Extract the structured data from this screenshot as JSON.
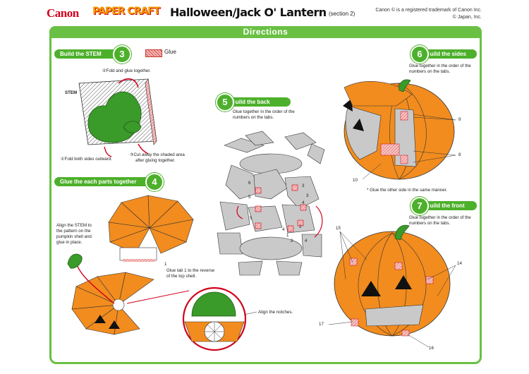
{
  "header": {
    "brand": "Canon",
    "logo_text": "PAPER CRAFT",
    "title": "Halloween/Jack O' Lantern",
    "section": "(section 2)",
    "trademark_line1": "Canon © is a registered trademark of Canon Inc.",
    "trademark_line2": "© Japan, Inc."
  },
  "directions_title": "Directions",
  "legend": {
    "glue_label": "Glue",
    "glue_color": "#d9534f"
  },
  "colors": {
    "frame": "#69c043",
    "step": "#4db02b",
    "pumpkin": "#f28c1e",
    "stem": "#2e8b2e",
    "grey_part": "#c9c9c9",
    "glue_line": "#d0021b"
  },
  "steps": {
    "s3": {
      "label": "Build the STEM",
      "num": "3",
      "stem_label": "STEM",
      "n2": "②Fold and glue together.",
      "n1": "①Fold both sides outward.",
      "n3a": "③Cut away the shaded area",
      "n3b": "after gluing together."
    },
    "s4": {
      "label": "Glue the each parts together",
      "num": "4",
      "n_align_a": "Align the STEM to",
      "n_align_b": "the pattern on the",
      "n_align_c": "pumpkin shell and",
      "n_align_d": "glue in place.",
      "tab1": "1",
      "n_tab_a": "Glue tab 1 to the reverse",
      "n_tab_b": "of the top shell.",
      "n_notch": "Align the notches."
    },
    "s5": {
      "label": "Build the back",
      "num": "5",
      "n_a": "Glue together in the order of the",
      "n_b": "numbers on the tabs.",
      "tabs": [
        "6",
        "3",
        "5",
        "4",
        "3",
        "5",
        "4",
        "2",
        "1",
        "2",
        "4"
      ]
    },
    "s6": {
      "label": "Build the sides",
      "num": "6",
      "n_a": "Glue together in the order of the",
      "n_b": "numbers on the tabs.",
      "c9": "9",
      "c8": "8",
      "c10": "10",
      "n_other": "* Glue the other side in the same manner."
    },
    "s7": {
      "label": "Build the front",
      "num": "7",
      "n_a": "Glue together in the order of the",
      "n_b": "numbers on the tabs.",
      "c15": "15",
      "c14": "14",
      "c17": "17",
      "c16": "16"
    }
  }
}
